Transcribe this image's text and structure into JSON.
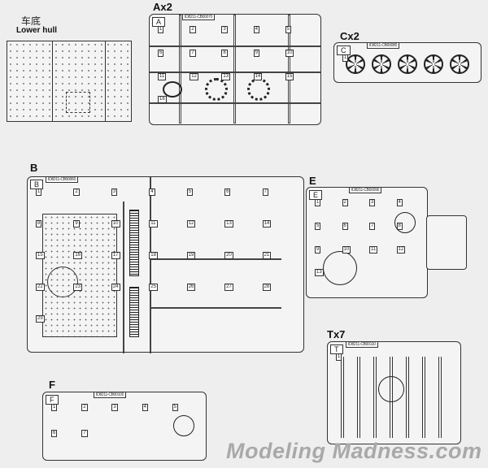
{
  "lower_hull": {
    "title_cn": "车底",
    "title_en": "Lower hull"
  },
  "sprues": [
    {
      "id": "A",
      "heading": "Ax2",
      "letter": "A",
      "code": "ID8211-CB00070",
      "parts": [
        "1",
        "2",
        "3",
        "4",
        "5",
        "6",
        "7",
        "8",
        "9",
        "10",
        "11",
        "12",
        "13",
        "14",
        "15",
        "16"
      ]
    },
    {
      "id": "C",
      "heading": "Cx2",
      "letter": "C",
      "code": "ID8211-CB00080",
      "parts": [
        "1"
      ]
    },
    {
      "id": "B",
      "heading": "B",
      "letter": "B",
      "code": "ID8211-CB00060",
      "parts": [
        "1",
        "2",
        "3",
        "4",
        "5",
        "6",
        "7",
        "8",
        "9",
        "10",
        "11",
        "12",
        "13",
        "14",
        "15",
        "16",
        "17",
        "18",
        "19",
        "20",
        "21",
        "22",
        "23",
        "24",
        "25",
        "26",
        "27",
        "28",
        "29"
      ]
    },
    {
      "id": "E",
      "heading": "E",
      "letter": "E",
      "code": "ID8211-CB00090",
      "parts": [
        "1",
        "2",
        "3",
        "4",
        "5",
        "6",
        "7",
        "8",
        "9",
        "10",
        "11",
        "12",
        "13"
      ]
    },
    {
      "id": "F",
      "heading": "F",
      "letter": "F",
      "code": "ID8211-CB00100",
      "parts": [
        "1",
        "2",
        "3",
        "4",
        "5",
        "6",
        "7"
      ]
    },
    {
      "id": "T",
      "heading": "Tx7",
      "letter": "T",
      "code": "ID8211-CB00110",
      "parts": [
        "1"
      ]
    }
  ],
  "watermark": "Modeling Madness.com"
}
